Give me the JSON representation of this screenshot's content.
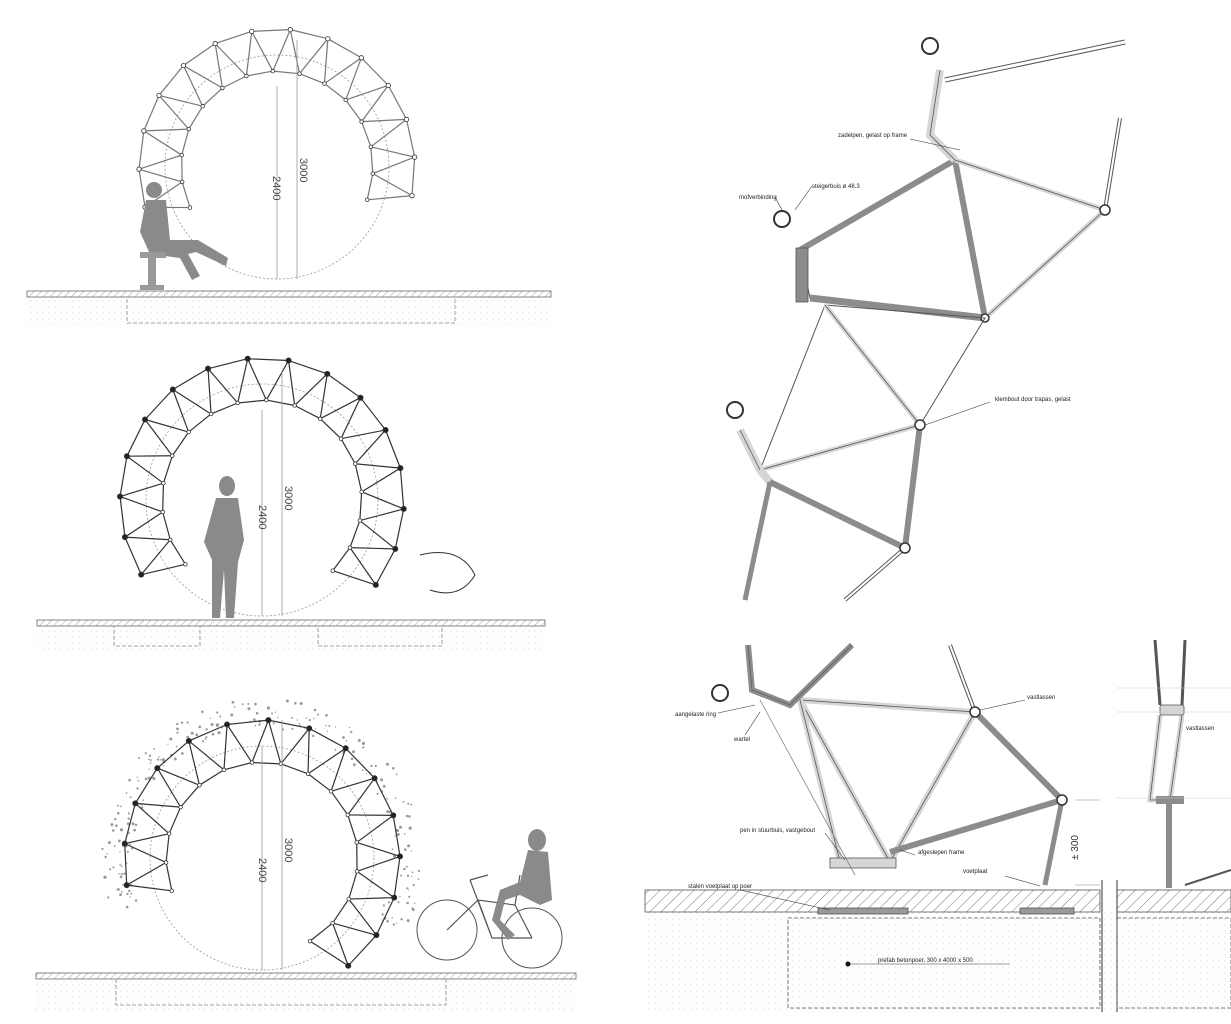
{
  "elevations": [
    {
      "dim_outer": "3000",
      "dim_inner": "2400"
    },
    {
      "dim_outer": "3000",
      "dim_inner": "2400"
    },
    {
      "dim_outer": "3000",
      "dim_inner": "2400"
    }
  ],
  "details": {
    "top": {
      "zadelpen": "zadelpen, gelast op frame",
      "steigerbuis": "steigerbuis ø 48.3",
      "mofverbinding": "mofverbinding",
      "klembout": "klembout door trapas, gelast"
    },
    "bottom": {
      "aangelaste_ring": "aangelaste ring",
      "wartel": "wartel",
      "vastlassen": "vastlassen",
      "pen_in_stuurbuis": "pen in stuurbuis, vastgebout",
      "afgeslepen_frame": "afgeslepen frame",
      "voetplaat": "voetplaat",
      "stalen_voetplaat": "stalen voetplaat op poer",
      "dim_300": "± 300",
      "prefab": "prefab betonpoer, 300 x 4000 x 500",
      "side_vastlassen": "vastlassen"
    }
  },
  "colors": {
    "line": "#555555",
    "figure": "#8a8a8a",
    "frame_dark": "#8c8c8c",
    "frame_light": "#d6d6d6",
    "hatch": "#777777"
  }
}
